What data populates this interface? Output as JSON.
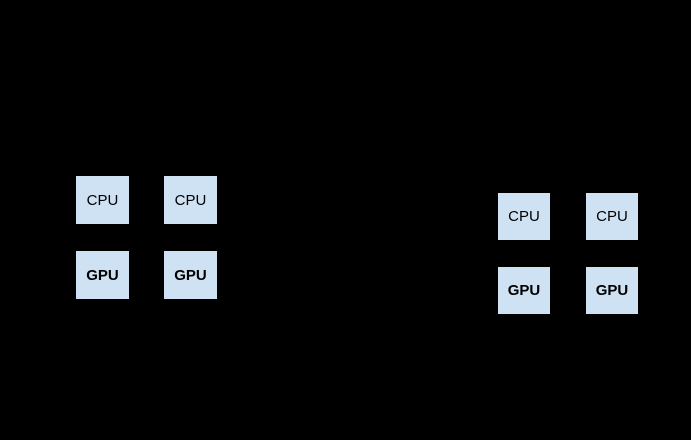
{
  "canvas": {
    "background_color": "#000000"
  },
  "box_style": {
    "fill_color": "#cfe2f3",
    "text_color": "#000000"
  },
  "nodes": {
    "left": {
      "cpu1": "CPU",
      "cpu2": "CPU",
      "gpu1": "GPU",
      "gpu2": "GPU"
    },
    "right": {
      "cpu1": "CPU",
      "cpu2": "CPU",
      "gpu1": "GPU",
      "gpu2": "GPU"
    }
  }
}
